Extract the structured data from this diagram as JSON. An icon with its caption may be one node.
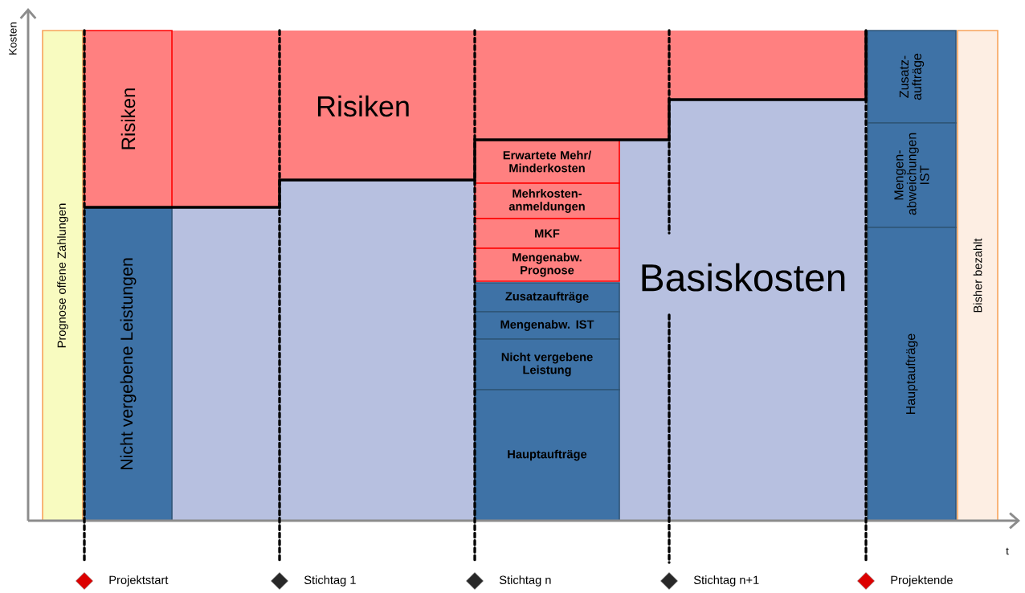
{
  "diagram": {
    "nodes": [
      {
        "text": [
          "Prognose offene Zahlungen"
        ]
      },
      {
        "text": [
          "Risiken"
        ]
      },
      {
        "text": [
          "Nicht vergebene Leistungen"
        ]
      },
      {
        "text": [
          "Risiken"
        ]
      },
      {
        "text": [
          "Basiskosten"
        ]
      },
      {
        "text": [
          "Erwartete Mehr/ Minderkosten"
        ],
        "in": 4
      },
      {
        "text": [
          "Mehrkosten- anmeldungen"
        ],
        "in": 4
      },
      {
        "text": [
          "MKF"
        ],
        "in": 4
      },
      {
        "text": [
          "Mengenabw. Prognose"
        ],
        "in": 4
      },
      {
        "text": [
          "Zusatzaufträge"
        ],
        "in": 4
      },
      {
        "text": [
          "Mengenabw. IST"
        ],
        "in": 4
      },
      {
        "text": [
          "Nicht vergebene Leistung"
        ],
        "in": 4
      },
      {
        "text": [
          "Hauptaufträge"
        ],
        "in": 4
      },
      {
        "text": [
          "Zusatz- aufträge"
        ]
      },
      {
        "text": [
          "Mengen- abweichungen IST"
        ]
      },
      {
        "text": [
          "Hauptaufträge"
        ]
      },
      {
        "text": [
          "Bisher bezahlt"
        ]
      },
      {
        "text": [],
        "shape": "diamond",
        "beside": [
          "Projektstart"
        ]
      },
      {
        "text": [],
        "shape": "diamond",
        "beside": [
          "Stichtag 1"
        ]
      },
      {
        "text": [],
        "shape": "diamond",
        "beside": [
          "Stichtag n"
        ]
      },
      {
        "text": [],
        "shape": "diamond",
        "beside": [
          "Stichtag n+1"
        ]
      },
      {
        "text": [],
        "shape": "diamond",
        "beside": [
          "Projektende"
        ]
      }
    ],
    "labels": [
      "Kosten",
      "t"
    ]
  }
}
